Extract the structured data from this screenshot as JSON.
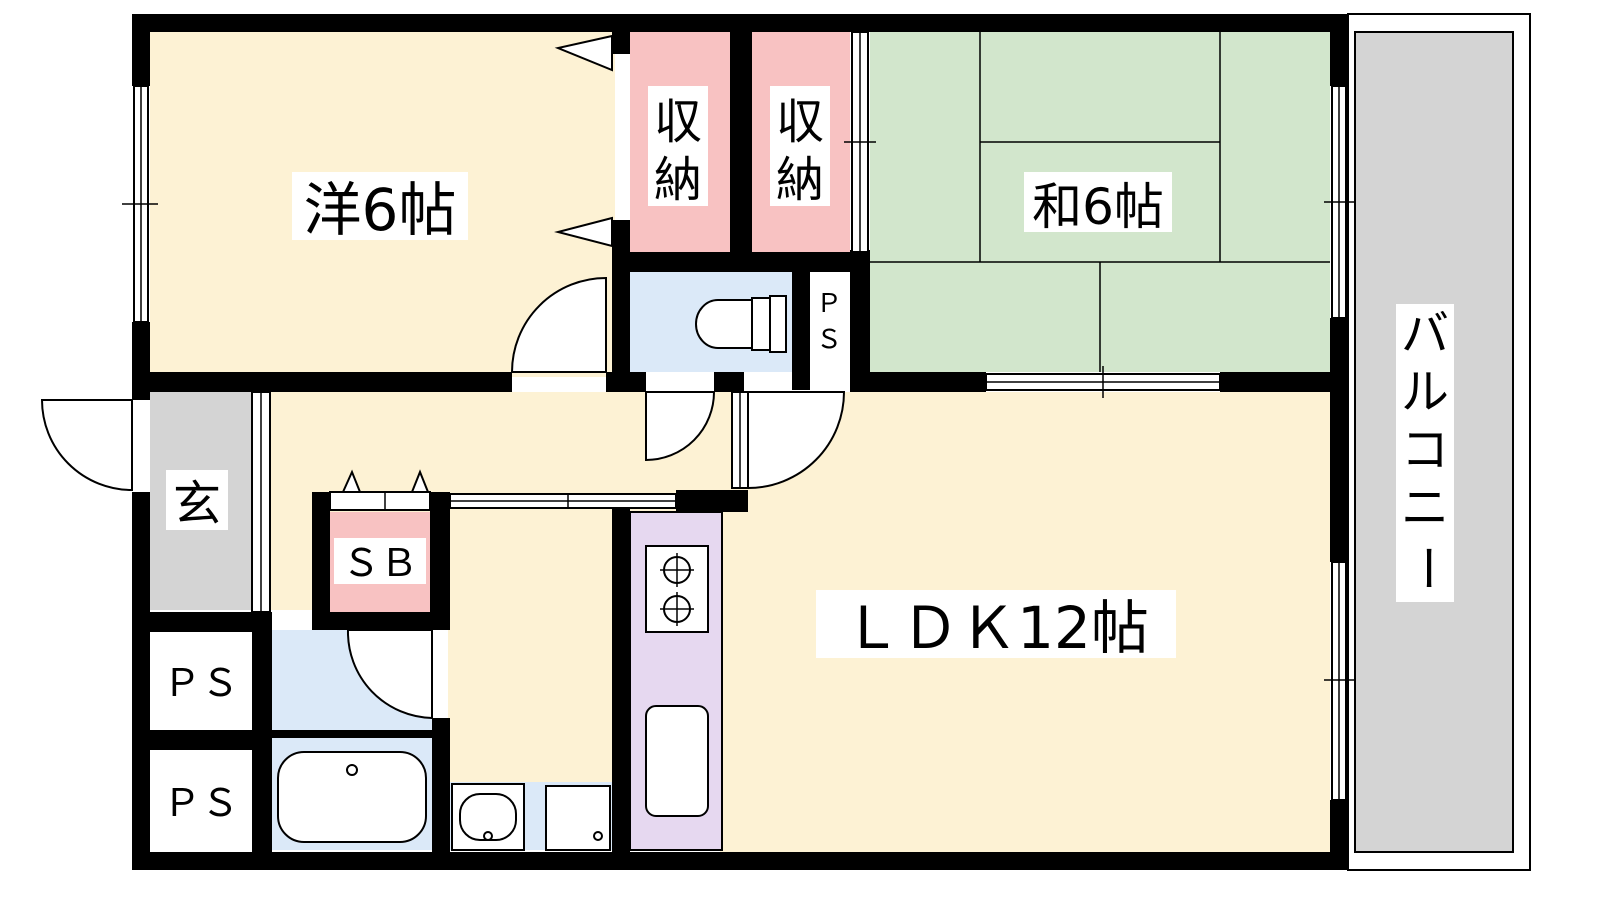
{
  "rooms": {
    "western": "洋6帖",
    "japanese": "和6帖",
    "ldk": "ＬＤＫ12帖",
    "storage_left": [
      "収",
      "納"
    ],
    "storage_right": [
      "収",
      "納"
    ],
    "entrance": "玄",
    "shoe_box": "ＳＢ",
    "ps_top": [
      "Ｐ",
      "Ｓ"
    ],
    "ps_bottom_1": "ＰＳ",
    "ps_bottom_2": "ＰＳ",
    "balcony": [
      "バ",
      "ル",
      "コ",
      "ニ",
      "ー"
    ]
  },
  "colors": {
    "wall": "#000000",
    "western_floor": "#fdf2d4",
    "ldk_floor": "#fdf2d4",
    "hall_floor": "#fdf2d4",
    "tatami": "#d2e6cc",
    "storage": "#f8c2c2",
    "wet_area": "#dbe9f8",
    "kitchen": "#e6d8f0",
    "balcony": "#d4d4d4",
    "entrance": "#d4d4d4"
  }
}
